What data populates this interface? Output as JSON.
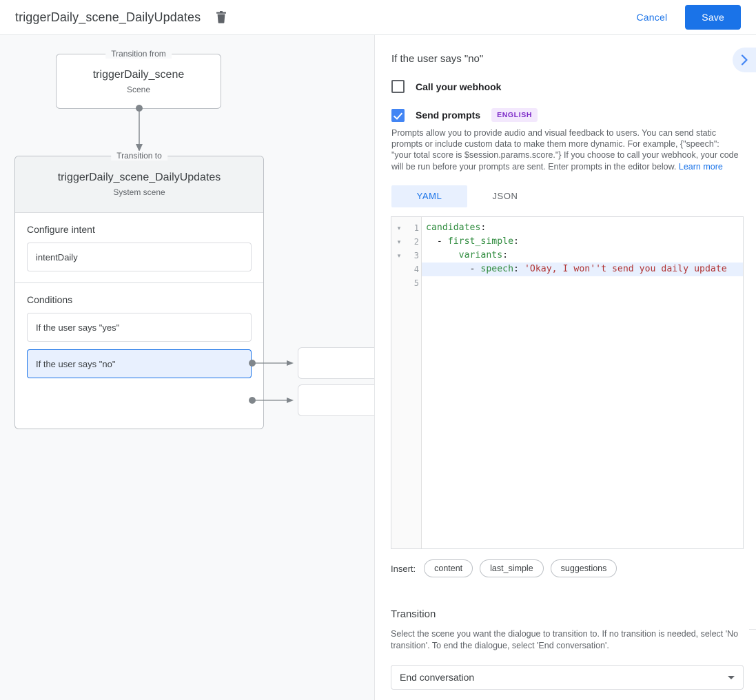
{
  "topbar": {
    "title": "triggerDaily_scene_DailyUpdates",
    "delete_icon": "trash-icon",
    "cancel_label": "Cancel",
    "save_label": "Save",
    "accent_color": "#1a73e8"
  },
  "canvas": {
    "from_legend": "Transition from",
    "from_title": "triggerDaily_scene",
    "from_subtitle": "Scene",
    "to_legend": "Transition to",
    "to_title": "triggerDaily_scene_DailyUpdates",
    "to_subtitle": "System scene",
    "intent_section_label": "Configure intent",
    "intent_value": "intentDaily",
    "conditions_section_label": "Conditions",
    "conditions": [
      {
        "label": "If the user says \"yes\"",
        "selected": false
      },
      {
        "label": "If the user says \"no\"",
        "selected": true
      }
    ]
  },
  "panel": {
    "title": "If the user says \"no\"",
    "expand_icon": "chevron-right-icon",
    "webhook": {
      "label": "Call your webhook",
      "checked": false
    },
    "prompts": {
      "label": "Send prompts",
      "checked": true,
      "badge": "ENGLISH",
      "badge_color": "#7b28c7",
      "description": "Prompts allow you to provide audio and visual feedback to users. You can send static prompts or include custom data to make them more dynamic. For example, {\"speech\": \"your total score is $session.params.score.\"} If you choose to call your webhook, your code will be run before your prompts are sent. Enter prompts in the editor below. ",
      "learn_more": "Learn more"
    },
    "tabs": [
      {
        "label": "YAML",
        "active": true
      },
      {
        "label": "JSON",
        "active": false
      }
    ],
    "editor": {
      "lines": [
        {
          "n": "1",
          "fold": "▾",
          "highlight": false,
          "tokens": [
            {
              "t": "candidates",
              "c": "k"
            },
            {
              "t": ":",
              "c": "p"
            }
          ]
        },
        {
          "n": "2",
          "fold": "▾",
          "highlight": false,
          "tokens": [
            {
              "t": "  - ",
              "c": "p"
            },
            {
              "t": "first_simple",
              "c": "k"
            },
            {
              "t": ":",
              "c": "p"
            }
          ]
        },
        {
          "n": "3",
          "fold": "▾",
          "highlight": false,
          "tokens": [
            {
              "t": "      ",
              "c": "p"
            },
            {
              "t": "variants",
              "c": "k"
            },
            {
              "t": ":",
              "c": "p"
            }
          ]
        },
        {
          "n": "4",
          "fold": "",
          "highlight": true,
          "tokens": [
            {
              "t": "        - ",
              "c": "p"
            },
            {
              "t": "speech",
              "c": "k"
            },
            {
              "t": ": ",
              "c": "p"
            },
            {
              "t": "'Okay, I won''t send you daily update",
              "c": "s"
            }
          ]
        },
        {
          "n": "5",
          "fold": "",
          "highlight": false,
          "tokens": []
        }
      ]
    },
    "insert": {
      "label": "Insert:",
      "chips": [
        "content",
        "last_simple",
        "suggestions"
      ]
    },
    "transition": {
      "title": "Transition",
      "description": "Select the scene you want the dialogue to transition to. If no transition is needed, select 'No transition'. To end the dialogue, select 'End conversation'.",
      "selected": "End conversation",
      "caret_icon": "chevron-down-icon"
    }
  }
}
